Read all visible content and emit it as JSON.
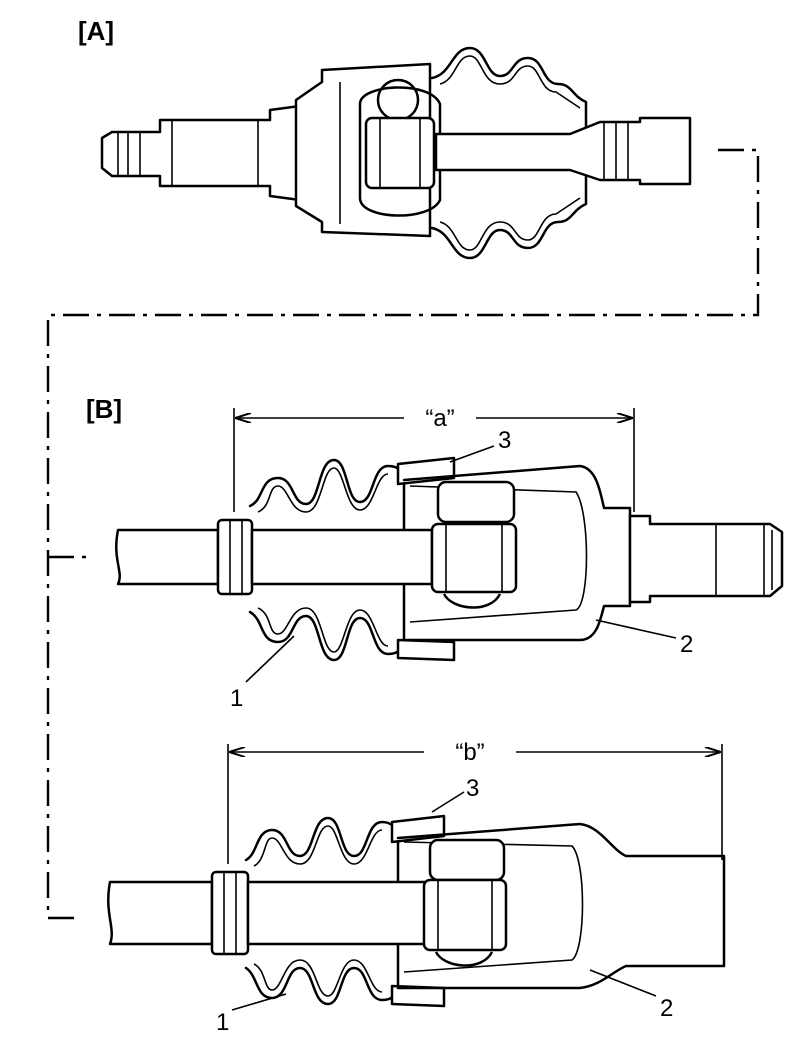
{
  "sections": {
    "a": "[A]",
    "b": "[B]"
  },
  "dimensions": {
    "a": "“a”",
    "b": "“b”"
  },
  "callouts": {
    "top": {
      "boot": "1",
      "housing": "2",
      "clamp": "3"
    },
    "bottom": {
      "boot": "1",
      "housing": "2",
      "clamp": "3"
    }
  }
}
